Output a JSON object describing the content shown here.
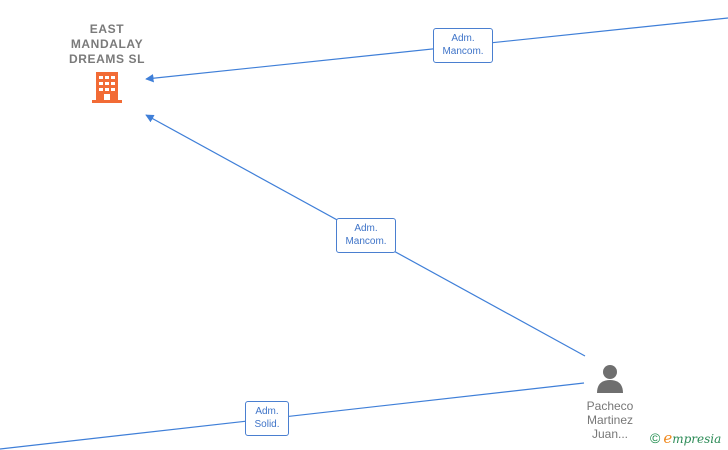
{
  "company": {
    "name": "EAST\nMANDALAY\nDREAMS SL",
    "icon": "building-icon",
    "icon_color": "#f26b35"
  },
  "person": {
    "name": "Pacheco\nMartinez\nJuan...",
    "icon": "person-icon",
    "icon_color": "#6f6f6f"
  },
  "edges": [
    {
      "label": "Adm.\nMancom."
    },
    {
      "label": "Adm.\nMancom."
    },
    {
      "label": "Adm.\nSolid."
    }
  ],
  "edge_color": "#3f7fd8",
  "watermark": {
    "symbol": "©",
    "brand_initial": "e",
    "brand_rest": "mpresia"
  }
}
